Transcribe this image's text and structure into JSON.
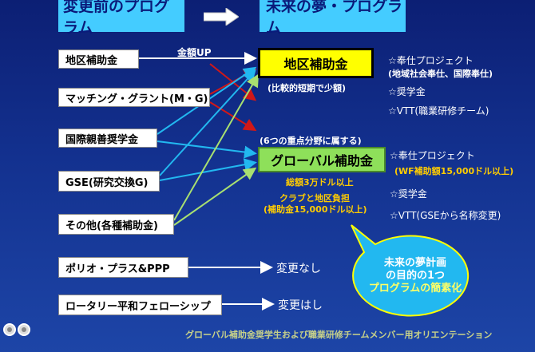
{
  "header": {
    "left_title": "変更前のプログラム",
    "right_title": "未来の夢・プログラム"
  },
  "sources": {
    "s1": "地区補助金",
    "s2": "マッチング・グラント(M・G)",
    "s3": "国際親善奨学金",
    "s4": "GSE(研究交換G)",
    "s5": "その他(各種補助金)",
    "s6": "ポリオ・プラス&PPP",
    "s7": "ロータリー平和フェローシップ"
  },
  "arrow_label": "金額UP",
  "targets": {
    "district": "地区補助金",
    "district_note": "(比較的短期で少額)",
    "global_pre": "(6つの重点分野に属する)",
    "global": "グローバル補助金",
    "global_note1": "総額3万ドル以上",
    "global_note2": "クラブと地区負担",
    "global_note3": "(補助金15,000ドル以上)"
  },
  "district_uses": {
    "u1": "☆奉仕プロジェクト",
    "u2": "(地域社会奉仕、国際奉仕)",
    "u3": "☆奨学金",
    "u4": "☆VTT(職業研修チーム)"
  },
  "global_uses": {
    "u1": "☆奉仕プロジェクト",
    "u2": "(WF補助額15,000ドル以上)",
    "u3": "☆奨学金",
    "u4": "☆VTT(GSEから名称変更)"
  },
  "status": {
    "polio": "変更なし",
    "peace": "変更はし"
  },
  "bubble": {
    "l1": "未来の夢計画",
    "l2": "の目的の1つ",
    "l3": "プログラムの簡素化"
  },
  "footer": "グローバル補助金奨学生および職業研修チームメンバー用オリエンテーション",
  "colors": {
    "background": "#13318f",
    "header_box": "#44ccff",
    "district_box": "#ffff00",
    "global_box": "#8ee05a",
    "arrow_red": "#d01818",
    "arrow_cyan": "#22b8f0",
    "arrow_green": "#a8e070",
    "bubble": "#22b8f0",
    "accent_yellow": "#ffcc00"
  }
}
